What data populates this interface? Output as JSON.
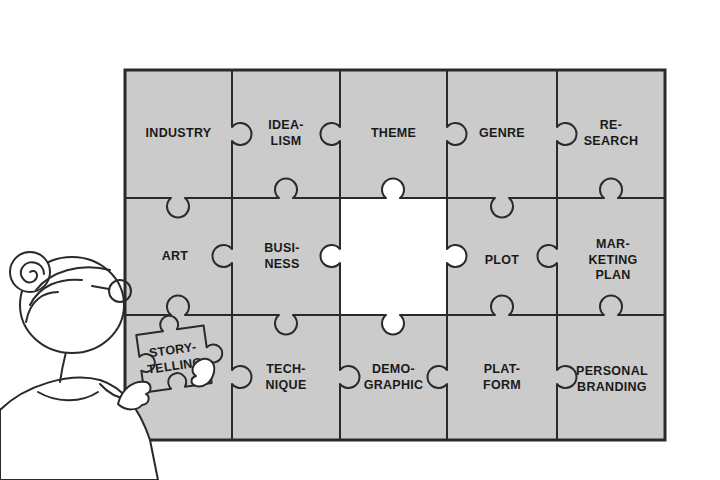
{
  "diagram": {
    "nodes": [
      {
        "text": [
          "INDUSTRY"
        ]
      },
      {
        "text": [
          "IDEA- LISM"
        ]
      },
      {
        "text": [
          "THEME"
        ]
      },
      {
        "text": [
          "GENRE"
        ]
      },
      {
        "text": [
          "RE- SEARCH"
        ]
      },
      {
        "text": [
          "ART"
        ]
      },
      {
        "text": [
          "BUSI- NESS"
        ]
      },
      {
        "text": [
          "PLOT"
        ]
      },
      {
        "text": [
          "MAR- KETING PLAN"
        ]
      },
      {
        "text": [
          "STORY- TELLING"
        ]
      },
      {
        "text": [
          "TECH- NIQUE"
        ]
      },
      {
        "text": [
          "DEMO- GRAPHIC"
        ]
      },
      {
        "text": [
          "PLAT- FORM"
        ]
      },
      {
        "text": [
          "PERSONAL BRANDING"
        ]
      }
    ]
  }
}
